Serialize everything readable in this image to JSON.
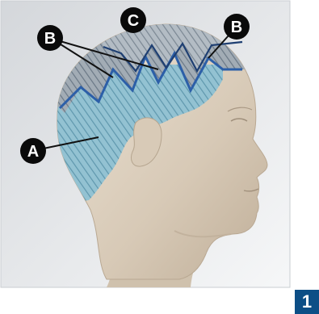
{
  "figure": {
    "number": "1"
  },
  "callouts": {
    "a": "A",
    "b_left": "B",
    "b_right": "B",
    "c": "C"
  },
  "colors": {
    "zone_a": "#8ab9cc",
    "zone_b": "#8e9aa6",
    "boundary_line": "#2c5fa8",
    "callout_fill": "#0a0a0a",
    "figure_badge": "#0c4e86"
  }
}
